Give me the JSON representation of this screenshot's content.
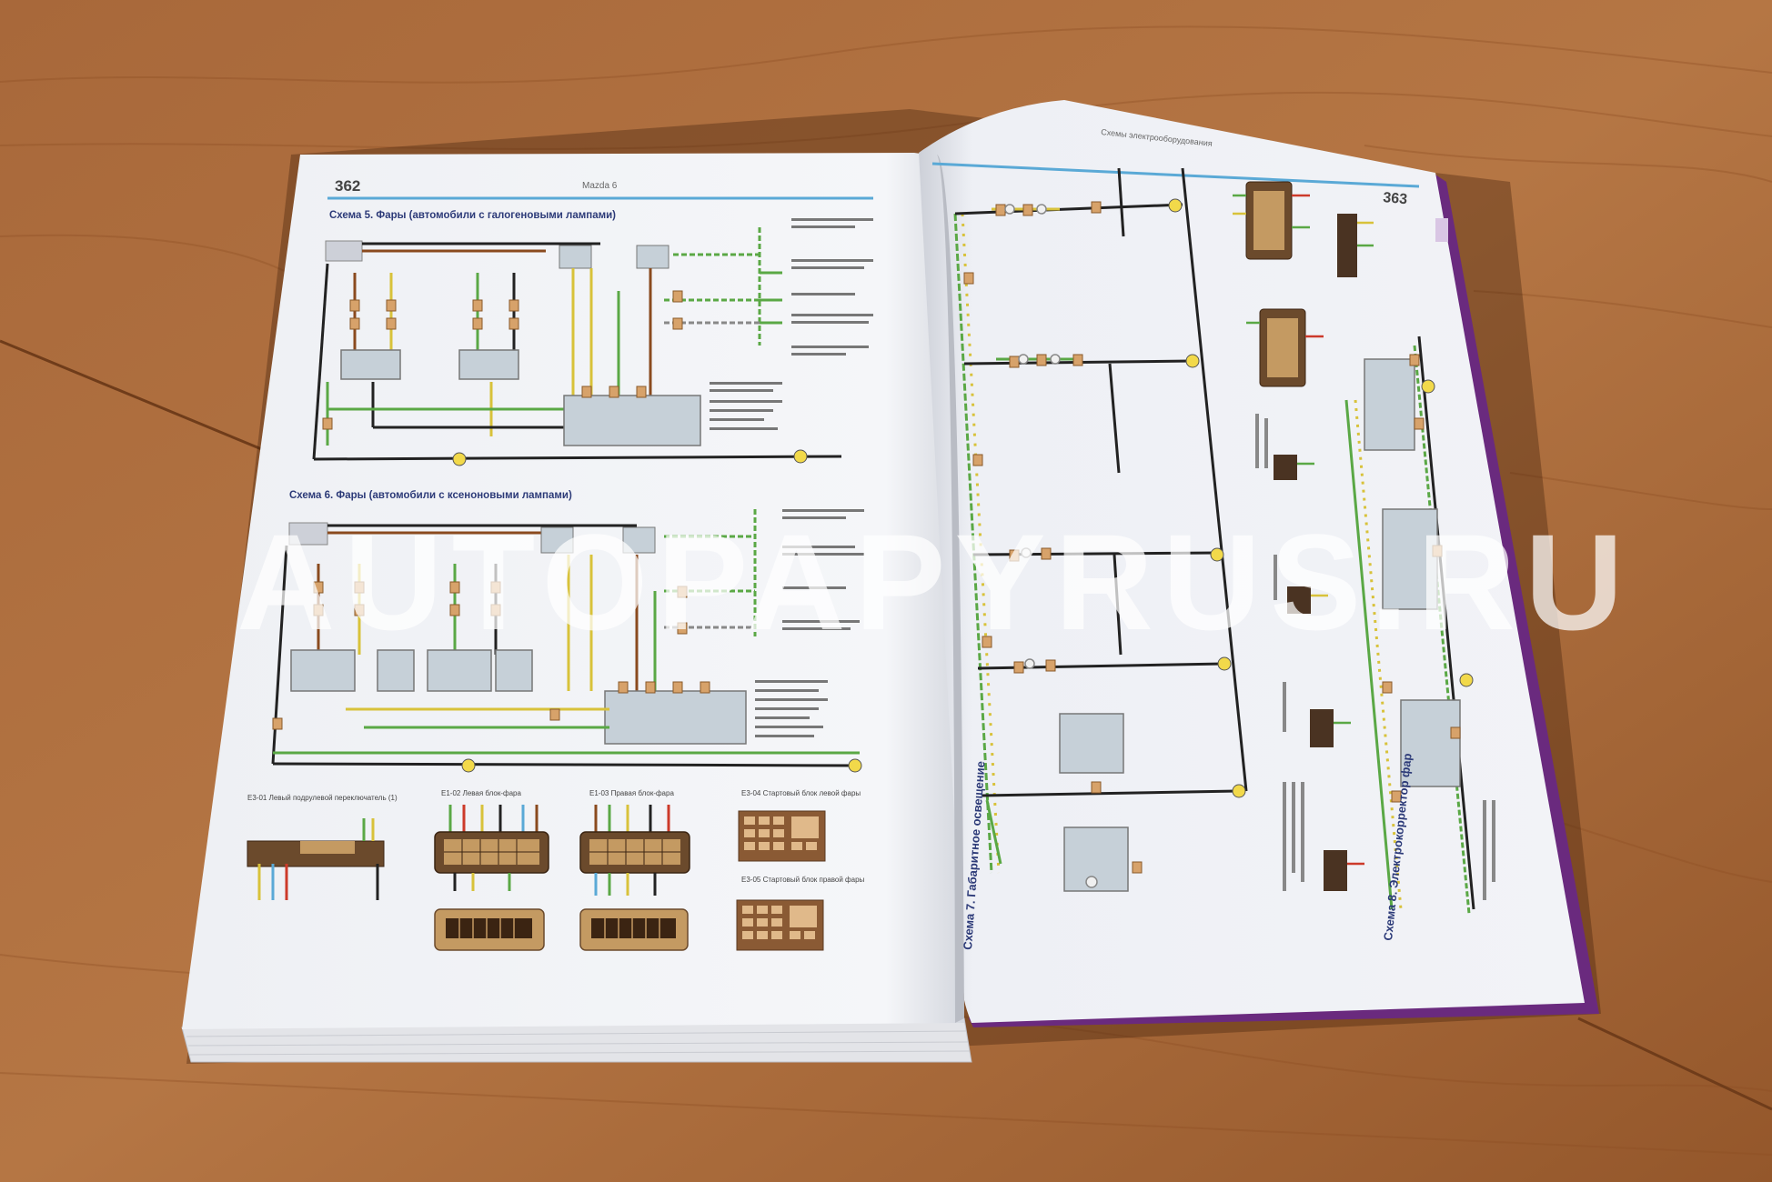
{
  "photo": {
    "subject": "open-repair-manual-on-wooden-table",
    "colors": {
      "table_base": "#9a5a2c",
      "table_light": "#b97a45",
      "table_dark": "#7e4420",
      "page": "#f3f4f7",
      "page_shadow": "#d7d9df",
      "header_blue": "#5aa9d6",
      "title_navy": "#2c3a78",
      "cover_purple": "#6a2a7e",
      "wire_yellow": "#d8c23a",
      "wire_green": "#5aa845",
      "wire_black": "#222222",
      "wire_brown": "#8a4a1e",
      "connector_tan": "#c49a62",
      "connector_dark": "#5b3a22"
    }
  },
  "left_page": {
    "page_number": "362",
    "running_head": "Mazda 6",
    "scheme5_title": "Схема 5. Фары (автомобили с галогеновыми лампами)",
    "scheme6_title": "Схема 6. Фары (автомобили с ксеноновыми лампами)",
    "connectors": [
      "E3-01 Левый подрулевой переключатель (1)",
      "E1-02 Левая блок-фара",
      "E1-03 Правая блок-фара",
      "E3-04 Стартовый блок левой фары",
      "E3-05 Стартовый блок правой фары"
    ]
  },
  "right_page": {
    "page_number": "363",
    "running_head": "Схемы электрооборудования",
    "scheme7_title": "Схема 7. Габаритное освещение",
    "scheme8_title": "Схема 8. Электрокорректор фар"
  },
  "watermark": "AUTOPAPYRUS.RU"
}
